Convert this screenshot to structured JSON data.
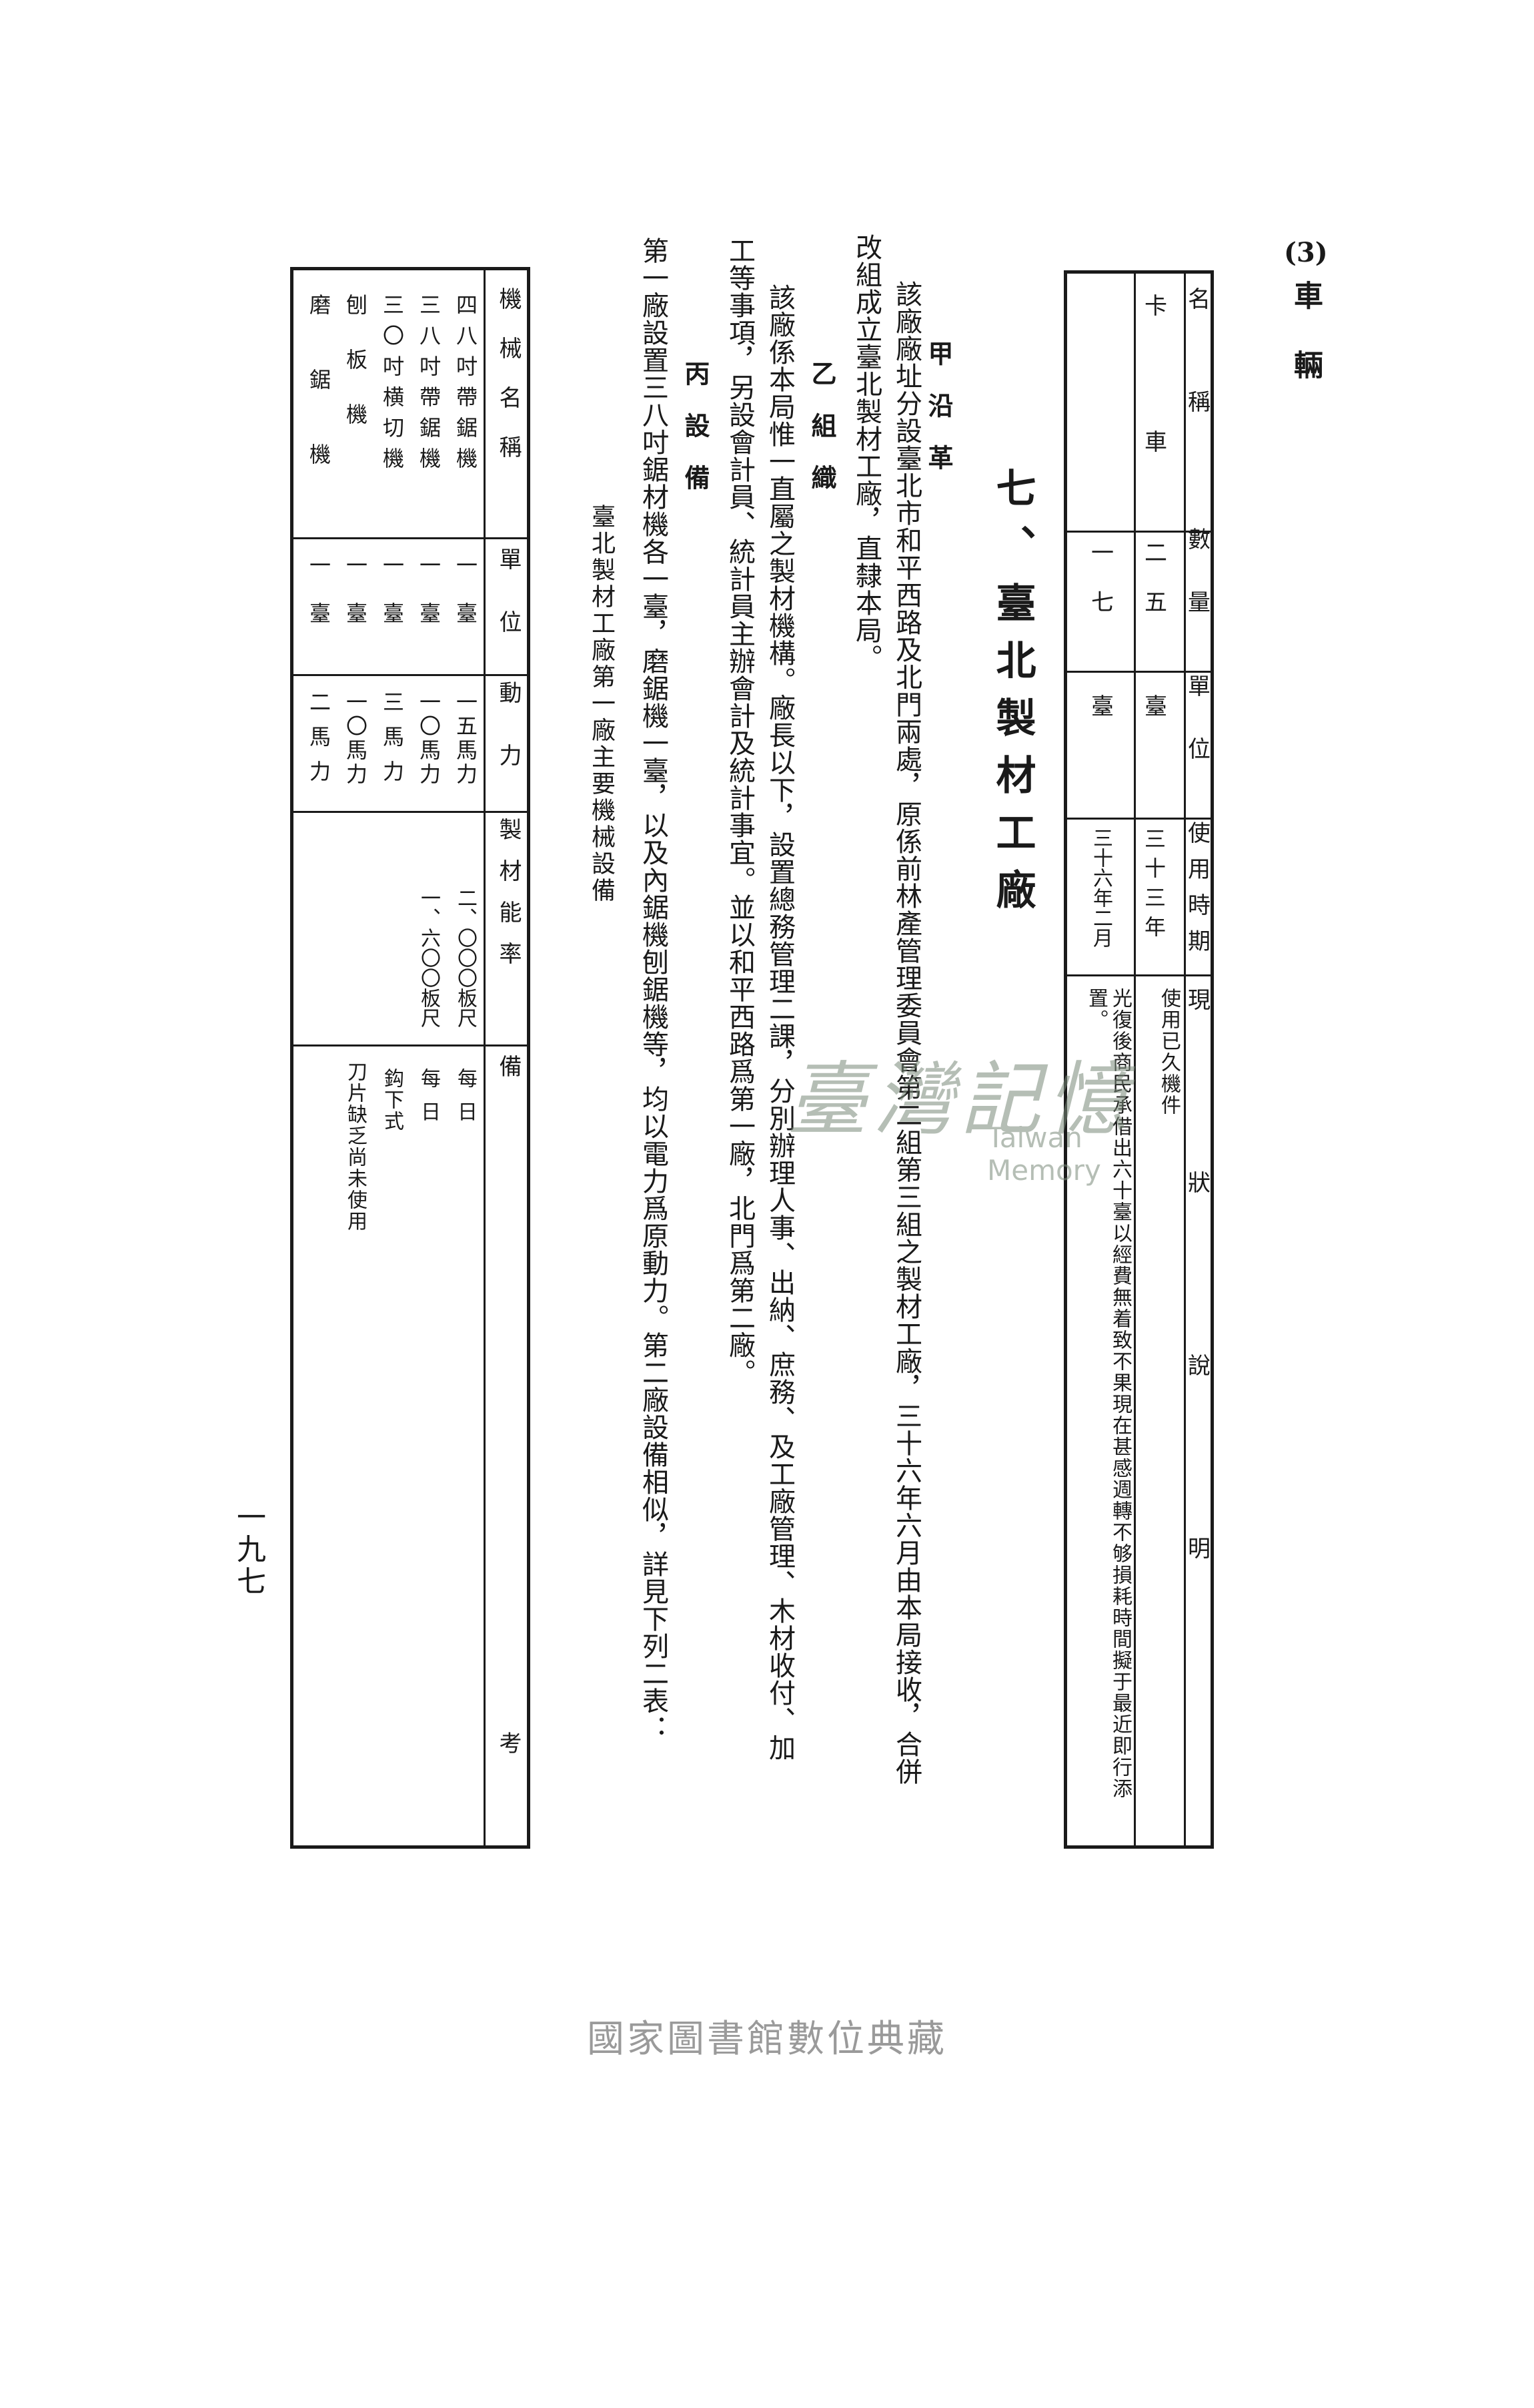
{
  "section3": {
    "heading_num": "(3)",
    "heading": "車輛",
    "headers": [
      "名稱",
      "數量",
      "單位",
      "使用時期",
      "現狀說明"
    ],
    "rows": [
      [
        "卡車",
        "二五",
        "臺",
        "三十三年",
        "使用已久機件"
      ],
      [
        "",
        "一七",
        "臺",
        "三十六年二月",
        "光復後商民承借出六十臺以經費無着致不果現在甚感週轉不够損耗時間擬于最近即行添置。"
      ]
    ]
  },
  "main": {
    "title": "七、臺北製材工廠",
    "jia_heading": "甲沿革",
    "jia_text": [
      "該廠廠址分設臺北市和平西路及北門兩處，原係前林產管理委員會第二組第三組之製材工廠，三十六年六月由本局接收，合併",
      "改組成立臺北製材工廠，直隸本局。"
    ],
    "yi_heading": "乙組織",
    "yi_text": [
      "該廠係本局惟一直屬之製材機構。廠長以下，設置總務管理二課，分別辦理人事、出納、庶務、及工廠管理、木材收付、加",
      "工等事項，另設會計員、統計員主辦會計及統計事宜。並以和平西路爲第一廠，北門爲第二廠。"
    ],
    "bing_heading": "丙設備",
    "bing_text": [
      "第一廠設置三八吋鋸材機各一臺，磨鋸機一臺，以及內鋸機刨鋸機等，均以電力爲原動力。第二廠設備相似，詳見下列二表："
    ],
    "table_title": "臺北製材工廠第一廠主要機械設備"
  },
  "table2": {
    "headers": [
      "機械名稱",
      "單位",
      "動力",
      "製材能率",
      "備考"
    ],
    "rows": [
      [
        "四八吋帶鋸機",
        "一臺",
        "一五馬力",
        "二、〇〇〇板尺",
        "每日"
      ],
      [
        "三八吋帶鋸機",
        "一臺",
        "一〇馬力",
        "一、六〇〇板尺",
        "每日"
      ],
      [
        "三〇吋横切機",
        "一臺",
        "三馬力",
        "",
        "鈎下式"
      ],
      [
        "刨板機",
        "一臺",
        "一〇馬力",
        "",
        ""
      ],
      [
        "磨鋸機",
        "一臺",
        "二馬力",
        "",
        "刀片缺乏尚未使用"
      ]
    ]
  },
  "page_number": "一九七",
  "watermark": {
    "chinese": "臺灣記憶",
    "english": "Taiwan Memory"
  },
  "footer": "國家圖書館數位典藏"
}
